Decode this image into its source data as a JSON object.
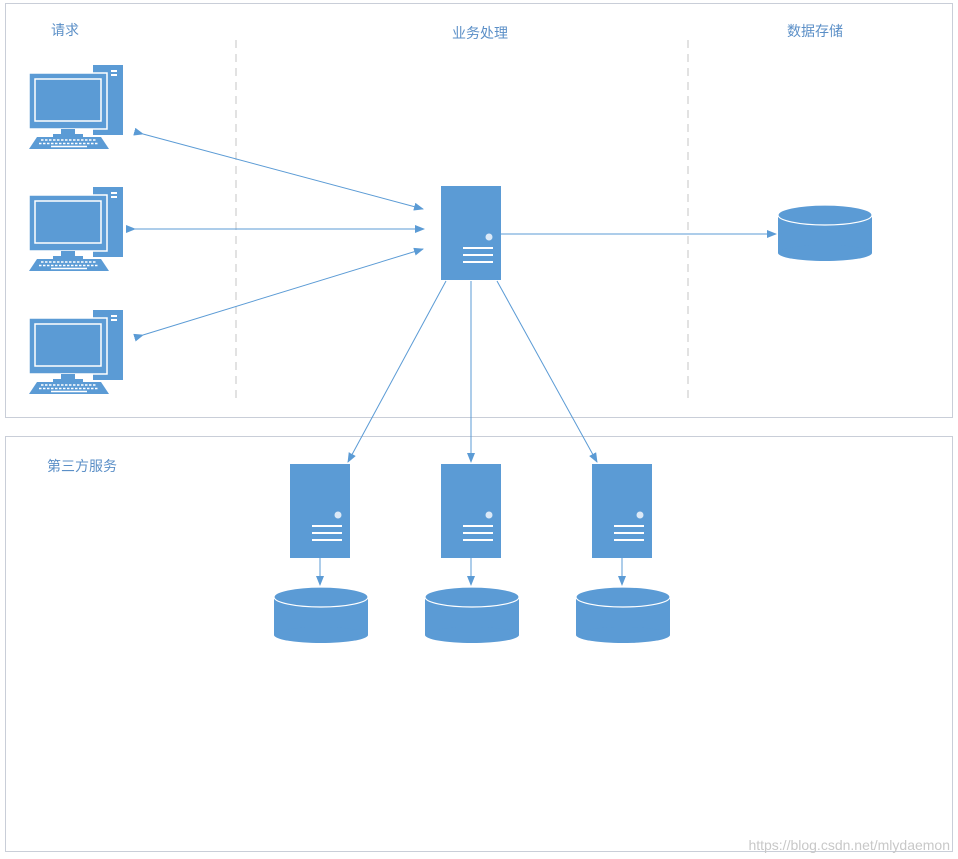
{
  "top_panel": {
    "section_request": "请求",
    "section_business": "业务处理",
    "section_storage": "数据存储"
  },
  "bottom_panel": {
    "section_third_party": "第三方服务"
  },
  "watermark": "https://blog.csdn.net/mlydaemon",
  "colors": {
    "icon_fill": "#5b9bd5",
    "line": "#5b9bd5",
    "panel_border": "#c9ced8",
    "label_text": "#5b8fc7",
    "divider": "#d9d9d9"
  }
}
